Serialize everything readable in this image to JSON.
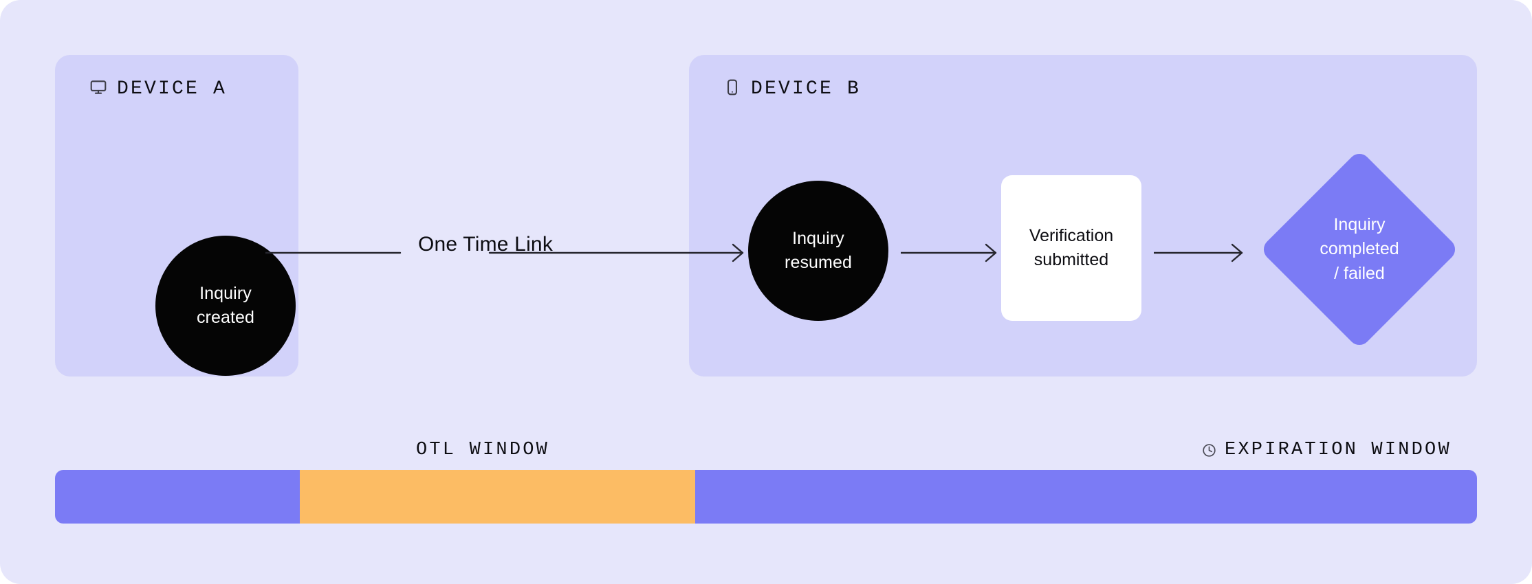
{
  "theme": {
    "page_background": "#E6E6FB",
    "panel_background": "#D2D2FA",
    "node_black": "#050505",
    "node_white": "#FFFFFF",
    "accent_purple": "#7B7BF5",
    "accent_orange": "#FCBC64",
    "text_dark": "#0D0D12",
    "text_light": "#FFFFFF",
    "connector_stroke": "#26262E"
  },
  "panels": [
    {
      "id": "device-a",
      "icon": "monitor-icon",
      "title": "DEVICE A"
    },
    {
      "id": "device-b",
      "icon": "smartphone-icon",
      "title": "DEVICE B"
    }
  ],
  "nodes": {
    "inquiry_created": {
      "label": "Inquiry\ncreated",
      "shape": "circle",
      "fill": "#050505",
      "text_color": "#FFFFFF"
    },
    "inquiry_resumed": {
      "label": "Inquiry\nresumed",
      "shape": "circle",
      "fill": "#050505",
      "text_color": "#FFFFFF"
    },
    "verification_submitted": {
      "label": "Verification\nsubmitted",
      "shape": "rounded-rect",
      "fill": "#FFFFFF",
      "text_color": "#0D0D12"
    },
    "inquiry_completed_failed": {
      "label": "Inquiry\ncompleted\n/ failed",
      "shape": "diamond",
      "fill": "#7B7BF5",
      "text_color": "#FFFFFF"
    }
  },
  "connectors": {
    "one_time_link": {
      "label": "One Time Link",
      "direction": "right"
    },
    "resumed_to_submitted": {
      "label": "",
      "direction": "right"
    },
    "submitted_to_result": {
      "label": "",
      "direction": "right"
    }
  },
  "timeline": {
    "labels": {
      "otl_window": {
        "text": "OTL WINDOW",
        "icon": ""
      },
      "expiration_window": {
        "text": "EXPIRATION WINDOW",
        "icon": "clock-icon"
      }
    },
    "segments": [
      {
        "name": "pre-otl",
        "color": "#7B7BF5",
        "width_pct": 17.2
      },
      {
        "name": "otl-window",
        "color": "#FCBC64",
        "width_pct": 27.8
      },
      {
        "name": "expiration",
        "color": "#7B7BF5",
        "width_pct": 55.0
      }
    ]
  }
}
